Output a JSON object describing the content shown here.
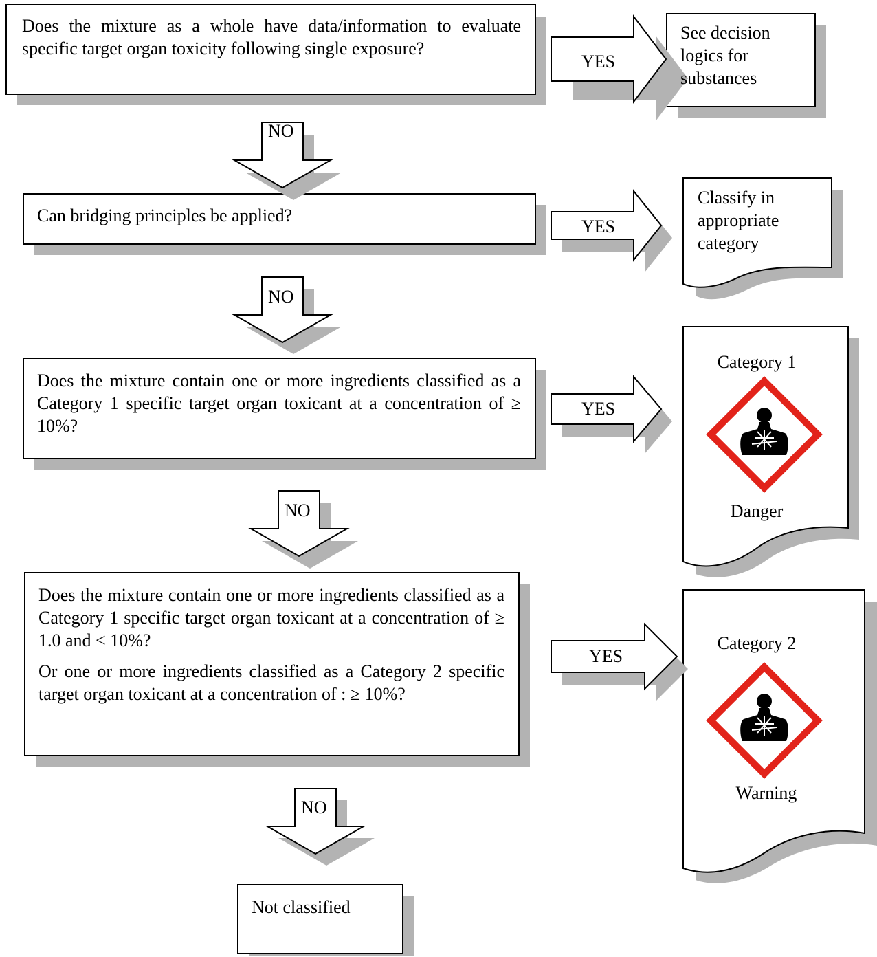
{
  "colors": {
    "border": "#000000",
    "shadow": "#b3b3b3",
    "pictogram_border": "#e2231a",
    "pictogram_symbol": "#000000"
  },
  "questions": [
    {
      "text": "Does the mixture as a whole have data/information to evaluate specific target organ toxicity following single exposure?"
    },
    {
      "text": "Can bridging principles be applied?"
    },
    {
      "text": "Does the mixture contain one or more ingredients classified as a Category 1 specific target organ toxicant at a concentration of ≥ 10%?"
    },
    {
      "text": "Does the mixture contain one or more ingredients classified as a Category 1 specific target organ toxicant at a concentration of ≥ 1.0 and < 10%?",
      "text2": "Or one or more ingredients classified as a Category 2 specific target organ toxicant at a concentration of : ≥ 10%?"
    }
  ],
  "yes_label": "YES",
  "no_label": "NO",
  "outcomes": {
    "substances": "See decision logics for substances",
    "bridging": "Classify in appropriate category",
    "category1": {
      "title": "Category 1",
      "signal_word": "Danger",
      "pictogram": "health-hazard-pictogram"
    },
    "category2": {
      "title": "Category 2",
      "signal_word": "Warning",
      "pictogram": "health-hazard-pictogram"
    },
    "not_classified": "Not classified"
  }
}
